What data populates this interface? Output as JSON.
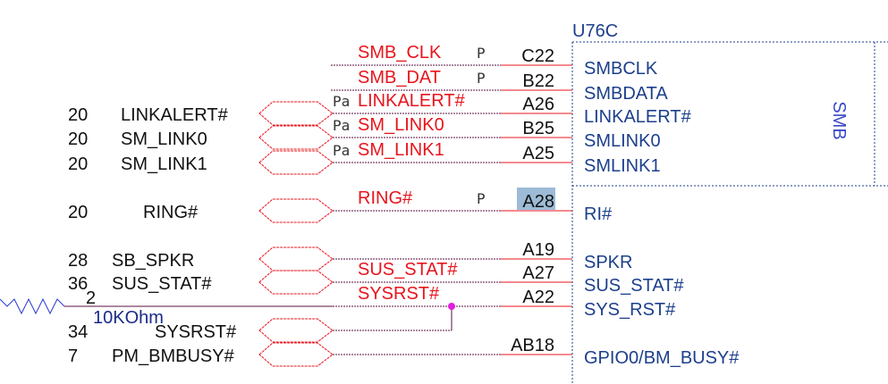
{
  "part": {
    "ref": "U76C",
    "section": "SMB"
  },
  "pins": [
    {
      "net": "SMB_CLK",
      "marker": "P",
      "pin": "C22",
      "name": "SMBCLK",
      "pin_highlight": false
    },
    {
      "net": "SMB_DAT",
      "marker": "P",
      "pin": "B22",
      "name": "SMBDATA",
      "pin_highlight": false
    },
    {
      "net": "LINKALERT#",
      "marker": "Pa",
      "pin": "A26",
      "name": "LINKALERT#",
      "pin_highlight": false
    },
    {
      "net": "SM_LINK0",
      "marker": "Pa",
      "pin": "B25",
      "name": "SMLINK0",
      "pin_highlight": false
    },
    {
      "net": "SM_LINK1",
      "marker": "Pa",
      "pin": "A25",
      "name": "SMLINK1",
      "pin_highlight": false
    },
    {
      "net": "RING#",
      "marker": "P",
      "pin": "A28",
      "name": "RI#",
      "pin_highlight": true
    },
    {
      "net": "",
      "marker": "",
      "pin": "A19",
      "name": "SPKR",
      "pin_highlight": false
    },
    {
      "net": "SUS_STAT#",
      "marker": "",
      "pin": "A27",
      "name": "SUS_STAT#",
      "pin_highlight": false
    },
    {
      "net": "SYSRST#",
      "marker": "",
      "pin": "A22",
      "name": "SYS_RST#",
      "pin_highlight": false
    },
    {
      "net": "",
      "marker": "",
      "pin": "AB18",
      "name": "GPIO0/BM_BUSY#",
      "pin_highlight": false
    }
  ],
  "offpage": [
    {
      "page": "20",
      "label": "LINKALERT#"
    },
    {
      "page": "20",
      "label": "SM_LINK0"
    },
    {
      "page": "20",
      "label": "SM_LINK1"
    },
    {
      "page": "20",
      "label": "RING#"
    },
    {
      "page": "28",
      "label": "SB_SPKR"
    },
    {
      "page": "36",
      "label": "SUS_STAT#"
    },
    {
      "page": "34",
      "label": "SYSRST#"
    },
    {
      "page": "7",
      "label": "PM_BMBUSY#"
    }
  ],
  "resistor": {
    "value": "10KOhm",
    "pin": "2"
  },
  "colors": {
    "net": "#e8141c",
    "wire": "#5a1040",
    "part": "#1c3f8c",
    "highlight": "#9dbbd6",
    "junction": "#e020e0"
  }
}
